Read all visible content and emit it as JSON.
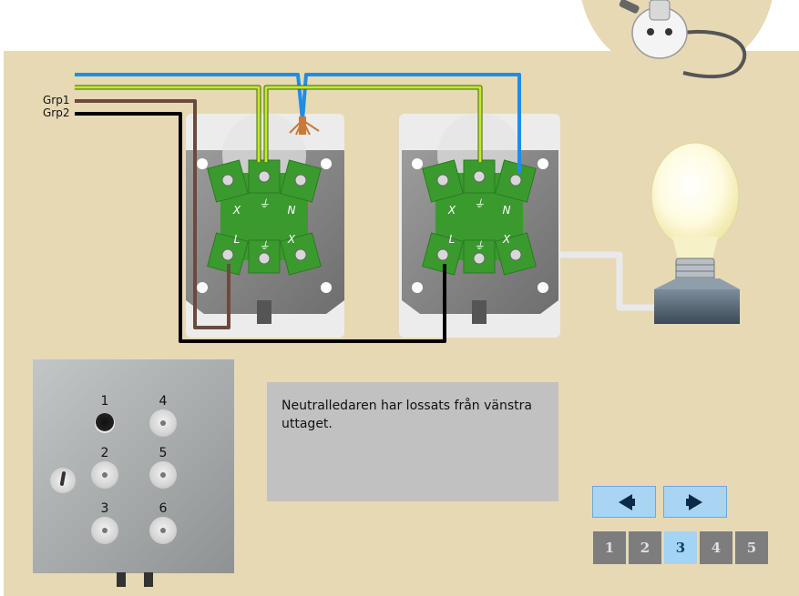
{
  "diagram": {
    "wires": {
      "group1_label": "Grp1",
      "group2_label": "Grp2"
    },
    "outlets": [
      {
        "name": "left-outlet"
      },
      {
        "name": "right-outlet"
      }
    ],
    "terminal_marks": {
      "x": "X",
      "n": "N",
      "l": "L",
      "earth": "⏚"
    },
    "lamp": {
      "state": "on"
    }
  },
  "message": {
    "text": "Neutralledaren har lossats från vänstra uttaget."
  },
  "navigation": {
    "prev_label": "◀",
    "next_label": "▶"
  },
  "pages": {
    "items": [
      "1",
      "2",
      "3",
      "4",
      "5"
    ],
    "current": "3"
  },
  "panel": {
    "sockets": [
      {
        "label": "1",
        "state": "active"
      },
      {
        "label": "2",
        "state": "idle"
      },
      {
        "label": "3",
        "state": "idle"
      },
      {
        "label": "4",
        "state": "idle"
      },
      {
        "label": "5",
        "state": "idle"
      },
      {
        "label": "6",
        "state": "idle"
      }
    ]
  },
  "colors": {
    "background": "#e6d9b4",
    "neutral_wire": "#1f8de8",
    "earth_wire": "#c9e62a",
    "phase_grp1": "#6b4a3e",
    "phase_grp2": "#000000",
    "terminal_green": "#3a9a2e",
    "page_active": "#a3d4f5"
  }
}
